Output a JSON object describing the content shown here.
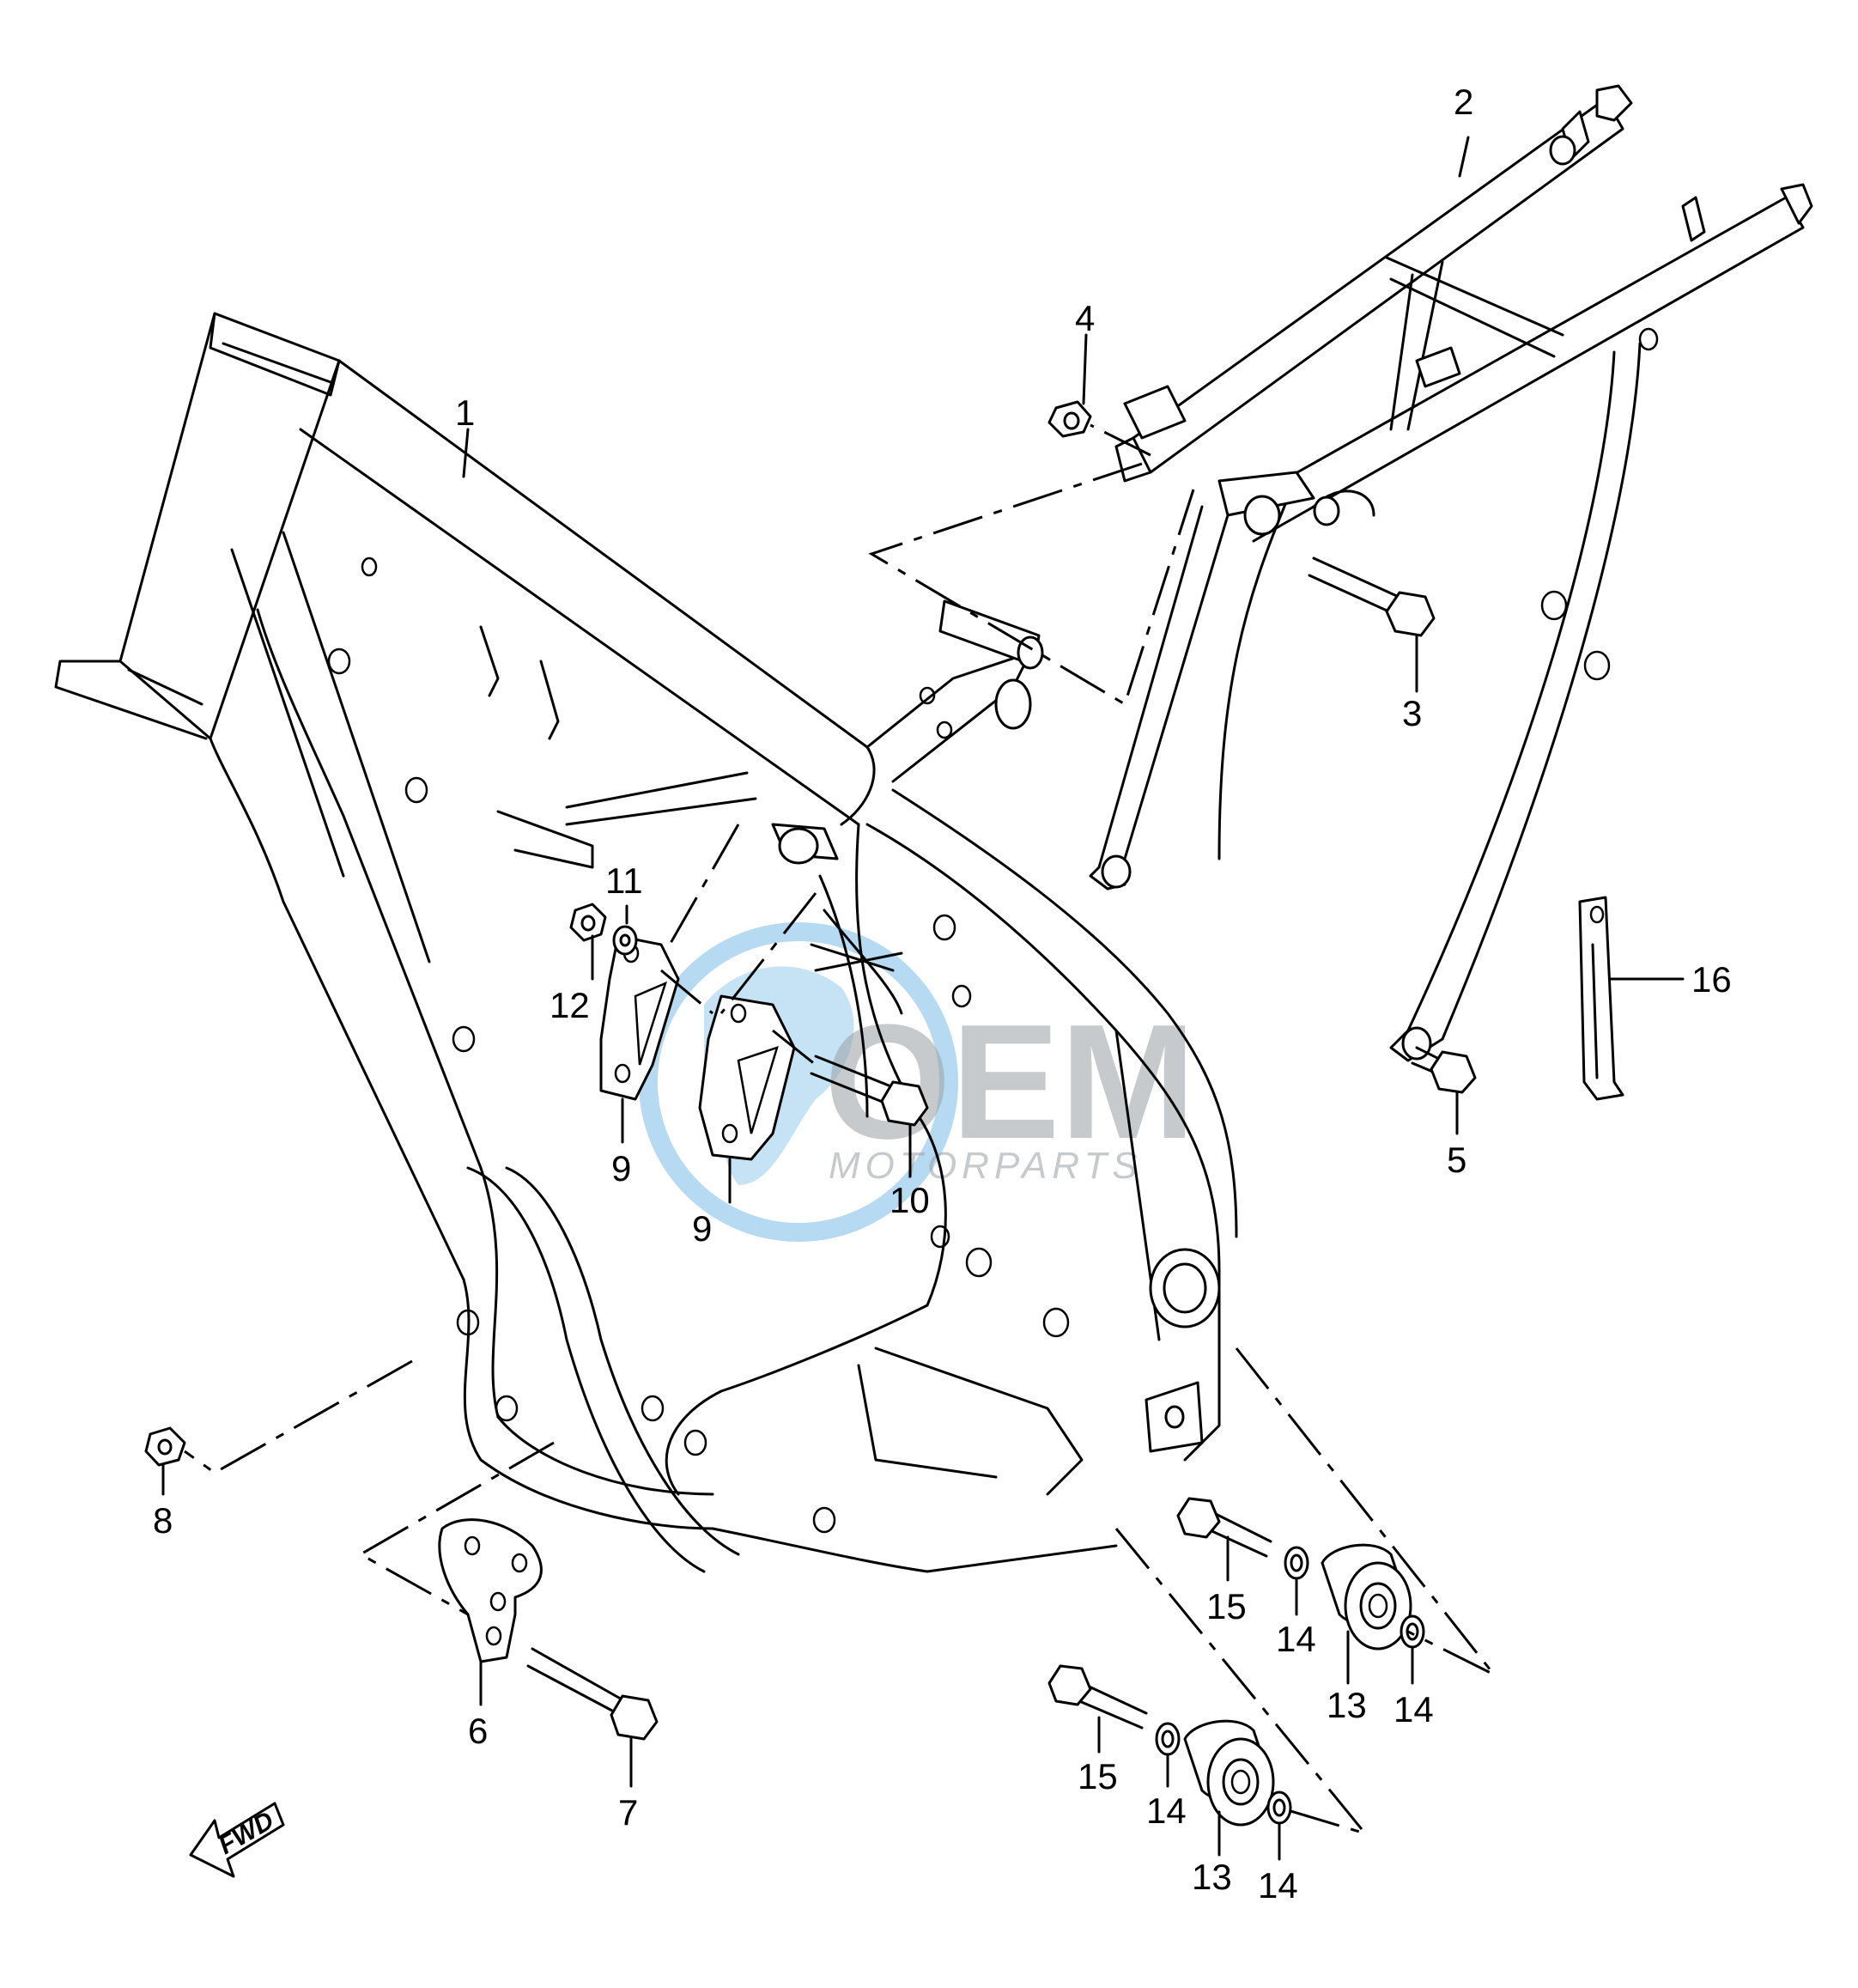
{
  "diagram": {
    "parts": [
      {
        "id": "1",
        "label": "1"
      },
      {
        "id": "2",
        "label": "2"
      },
      {
        "id": "3",
        "label": "3"
      },
      {
        "id": "4",
        "label": "4"
      },
      {
        "id": "5",
        "label": "5"
      },
      {
        "id": "6",
        "label": "6"
      },
      {
        "id": "7",
        "label": "7"
      },
      {
        "id": "8",
        "label": "8"
      },
      {
        "id": "9a",
        "label": "9"
      },
      {
        "id": "9b",
        "label": "9"
      },
      {
        "id": "10",
        "label": "10"
      },
      {
        "id": "11",
        "label": "11"
      },
      {
        "id": "12",
        "label": "12"
      },
      {
        "id": "13a",
        "label": "13"
      },
      {
        "id": "13b",
        "label": "13"
      },
      {
        "id": "14a",
        "label": "14"
      },
      {
        "id": "14b",
        "label": "14"
      },
      {
        "id": "14c",
        "label": "14"
      },
      {
        "id": "14d",
        "label": "14"
      },
      {
        "id": "15a",
        "label": "15"
      },
      {
        "id": "15b",
        "label": "15"
      },
      {
        "id": "16",
        "label": "16"
      }
    ],
    "direction_label": "FWD",
    "watermark": {
      "brand": "OEM",
      "sub": "MOTORPARTS",
      "color": "#9aa0a6",
      "globe_color": "#5aaee0"
    }
  }
}
